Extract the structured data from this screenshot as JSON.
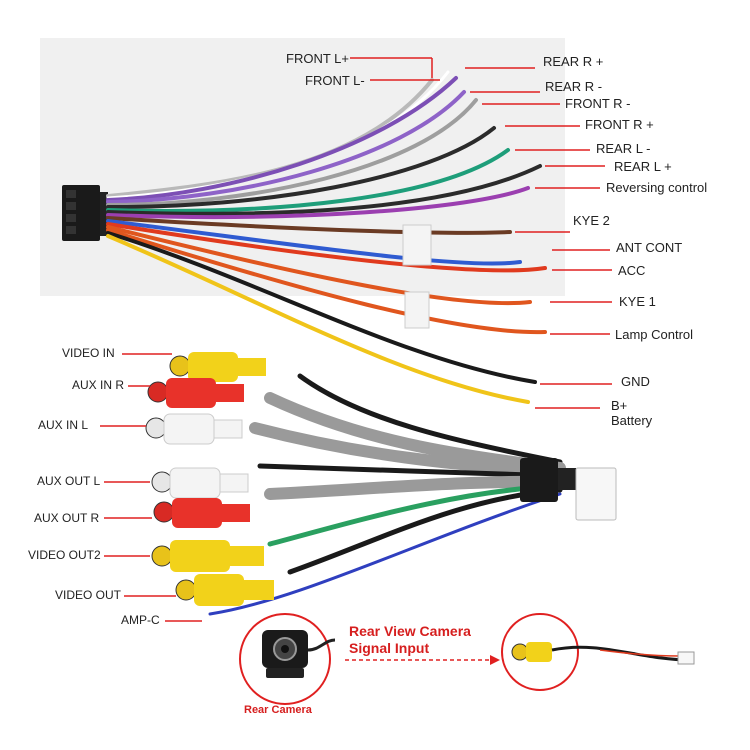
{
  "harness_labels": {
    "front_l_plus": "FRONT L+",
    "front_l_minus": "FRONT L-",
    "rear_r_plus": "REAR R +",
    "rear_r_minus": "REAR R -",
    "front_r_minus": "FRONT R -",
    "front_r_plus": "FRONT R +",
    "rear_l_minus": "REAR L -",
    "rear_l_plus": "REAR L +",
    "reversing_control": "Reversing control",
    "kye2": "KYE 2",
    "ant_cont": "ANT CONT",
    "acc": "ACC",
    "kye1": "KYE 1",
    "lamp_control": "Lamp Control",
    "gnd": "GND",
    "b_plus": "B+",
    "battery": "Battery"
  },
  "rca_labels": {
    "video_in": "VIDEO IN",
    "aux_in_r": "AUX IN R",
    "aux_in_l": "AUX  IN L",
    "aux_out_l": "AUX OUT L",
    "aux_out_r": "AUX OUT R",
    "video_out2": "VIDEO OUT2",
    "video_out": "VIDEO OUT",
    "amp_c": "AMP-C"
  },
  "camera": {
    "title_line1": "Rear View Camera",
    "title_line2": "Signal Input",
    "caption": "Rear Camera"
  },
  "colors": {
    "leader_red": "#e02020",
    "title_red": "#d61e1e",
    "rca_yellow": "#f2d21a",
    "rca_red": "#e8322a",
    "rca_white": "#f4f4f4"
  }
}
